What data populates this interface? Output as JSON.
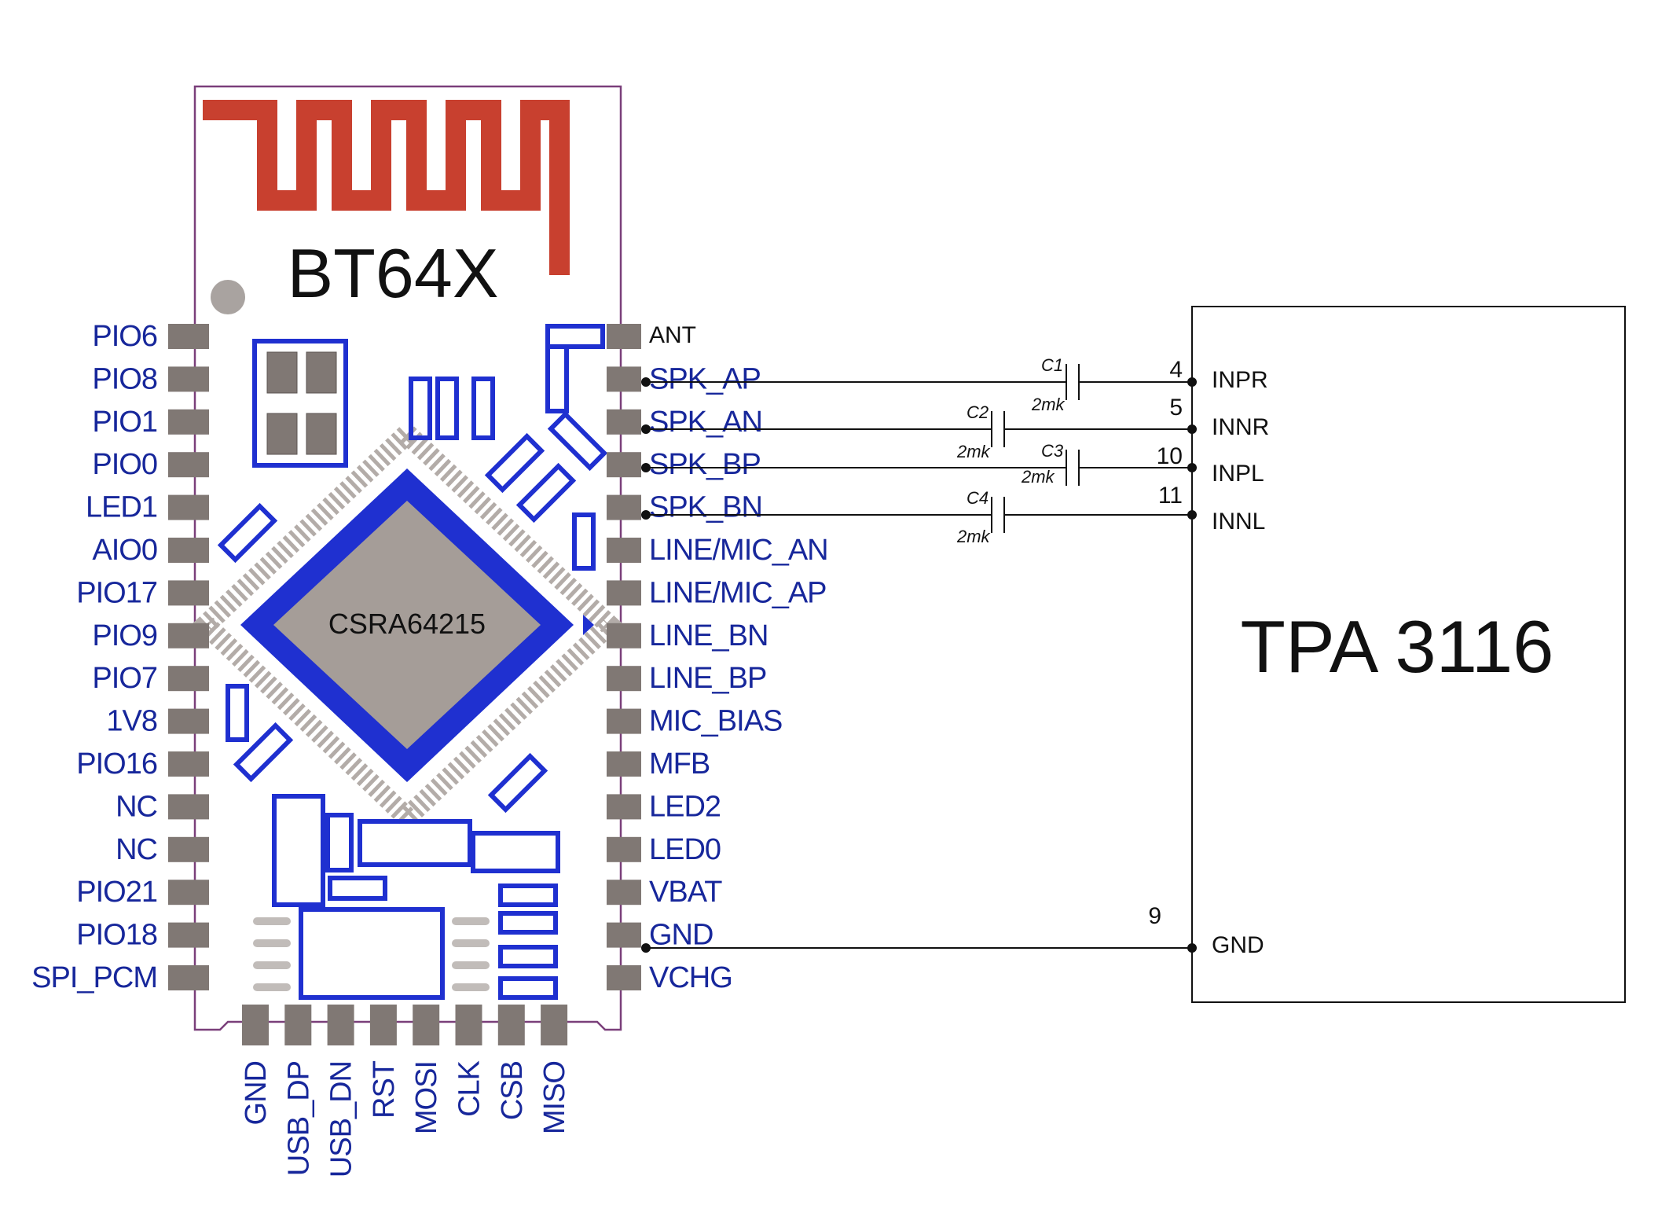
{
  "module": {
    "title": "BT64X",
    "chip": "CSRA64215",
    "antenna_color": "#c8402f",
    "trace_color": "#1f30d0",
    "pad_color": "#807874",
    "left_pins": [
      "PIO6",
      "PIO8",
      "PIO1",
      "PIO0",
      "LED1",
      "AIO0",
      "PIO17",
      "PIO9",
      "PIO7",
      "1V8",
      "PIO16",
      "NC",
      "NC",
      "PIO21",
      "PIO18",
      "SPI_PCM"
    ],
    "right_pins": [
      "ANT",
      "SPK_AP",
      "SPK_AN",
      "SPK_BP",
      "SPK_BN",
      "LINE/MIC_AN",
      "LINE/MIC_AP",
      "LINE_BN",
      "LINE_BP",
      "MIC_BIAS",
      "MFB",
      "LED2",
      "LED0",
      "VBAT",
      "GND",
      "VCHG"
    ],
    "bottom_pins": [
      "GND",
      "USB_DP",
      "USB_DN",
      "RST",
      "MOSI",
      "CLK",
      "CSB",
      "MISO"
    ]
  },
  "amplifier": {
    "title": "TPA 3116",
    "pins": [
      {
        "number": "4",
        "name": "INPR"
      },
      {
        "number": "5",
        "name": "INNR"
      },
      {
        "number": "10",
        "name": "INPL"
      },
      {
        "number": "11",
        "name": "INNL"
      },
      {
        "number": "9",
        "name": "GND"
      }
    ]
  },
  "capacitors": [
    {
      "ref": "C1",
      "value": "2mk"
    },
    {
      "ref": "C2",
      "value": "2mk"
    },
    {
      "ref": "C3",
      "value": "2mk"
    },
    {
      "ref": "C4",
      "value": "2mk"
    }
  ]
}
